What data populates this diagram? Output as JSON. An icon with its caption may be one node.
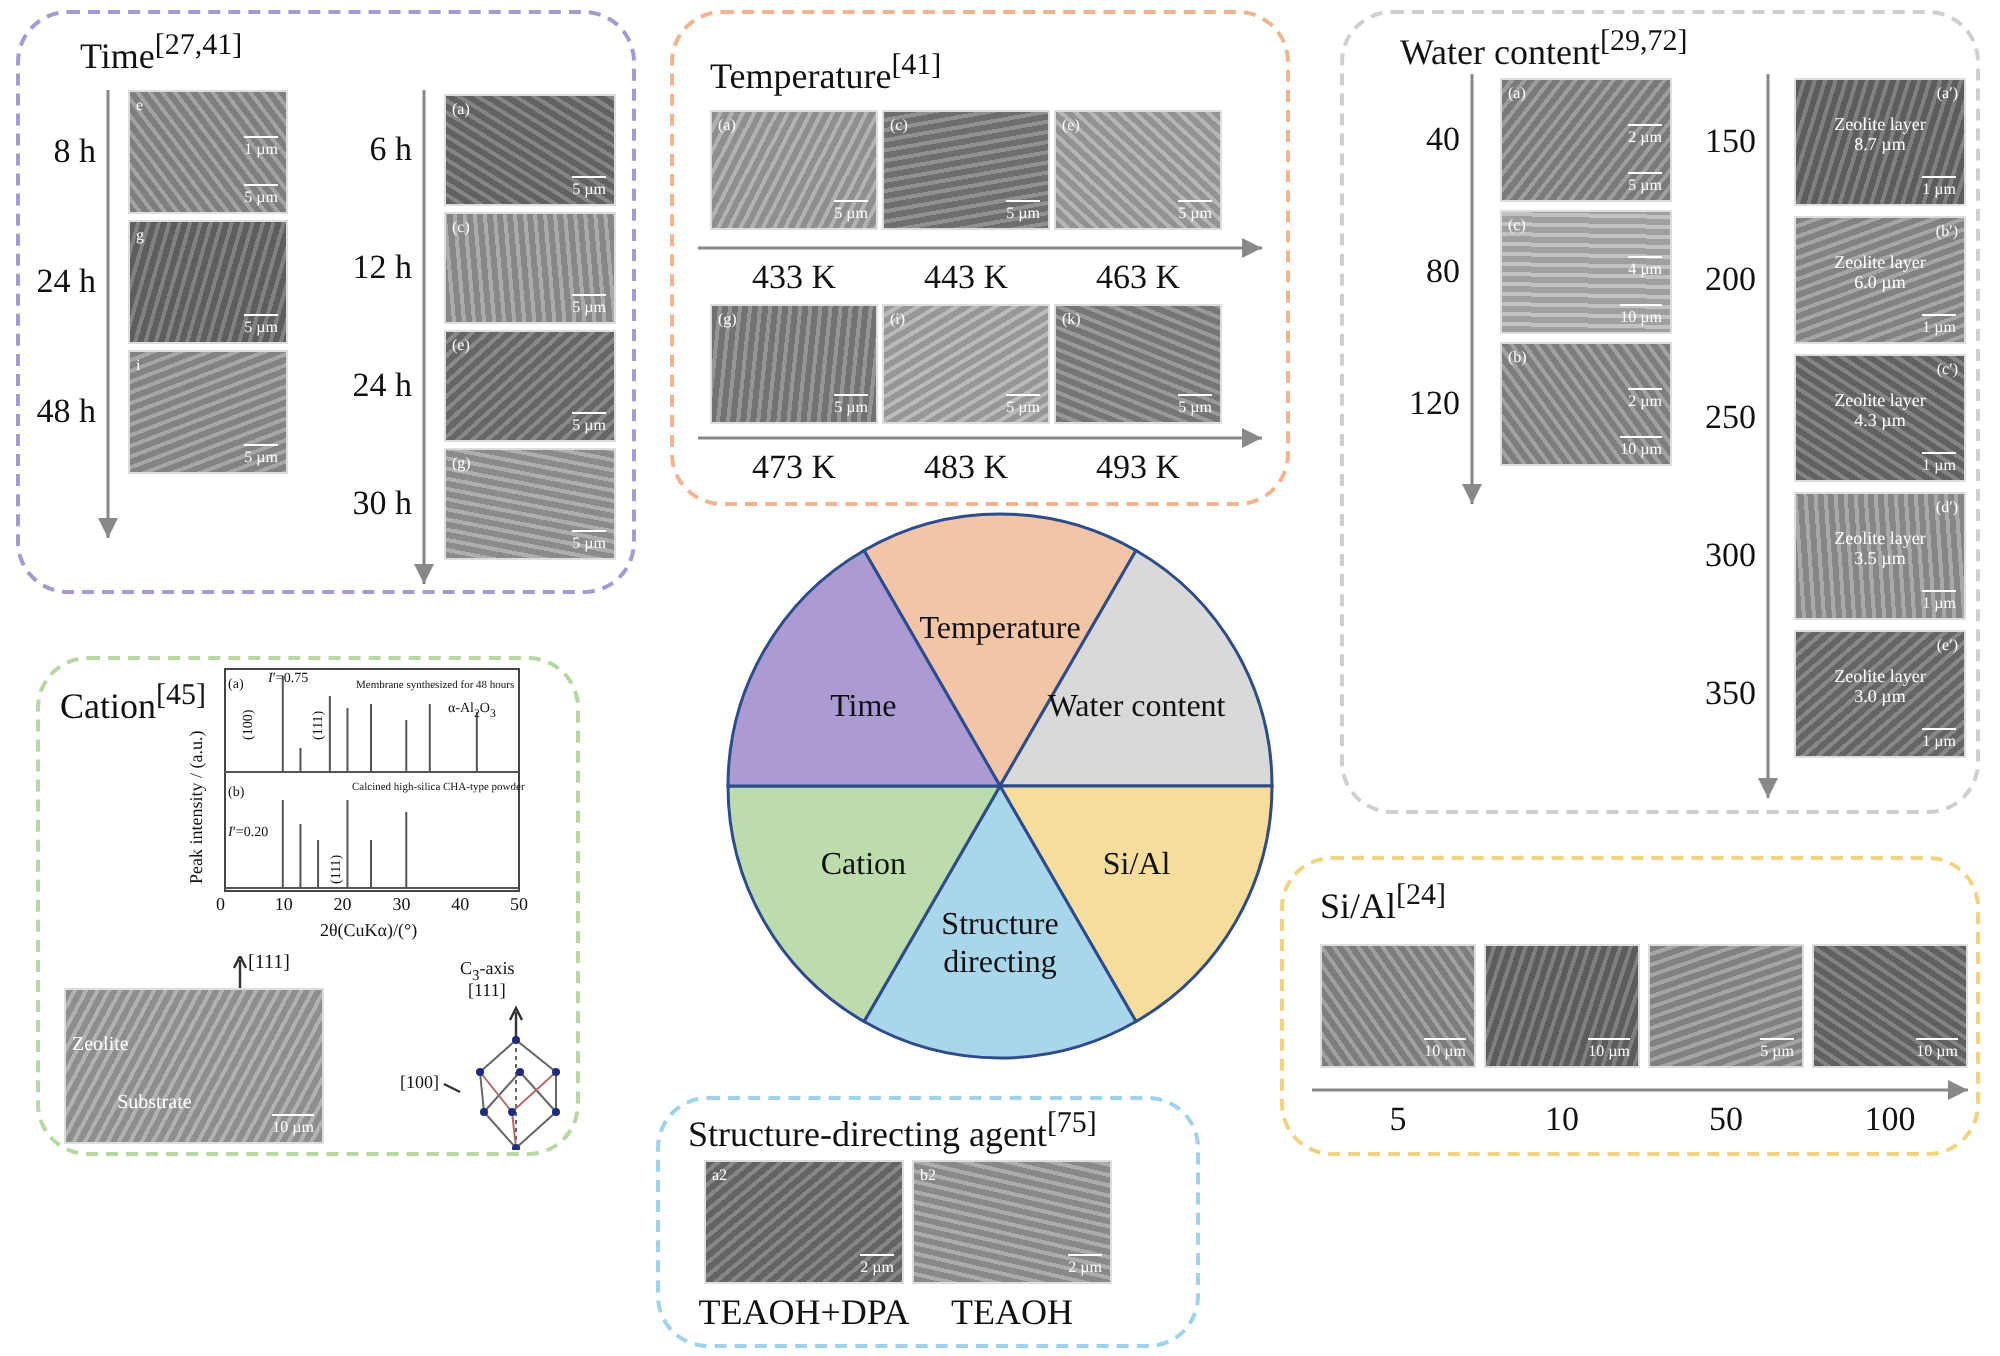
{
  "diagram": {
    "nodes": [
      {
        "text": [
          "Time$^{[27,41]}$"
        ]
      },
      {
        "text": [
          "e",
          "1 µm",
          "5 µm"
        ],
        "in": 0,
        "beside": [
          "8 h"
        ]
      },
      {
        "text": [
          "g",
          "5 µm"
        ],
        "in": 0,
        "beside": [
          "24 h"
        ]
      },
      {
        "text": [
          "i",
          "5 µm"
        ],
        "in": 0,
        "beside": [
          "48 h"
        ]
      },
      {
        "text": [
          "(a)",
          "5 µm"
        ],
        "in": 0,
        "beside": [
          "6 h"
        ]
      },
      {
        "text": [
          "(c)",
          "5 µm"
        ],
        "in": 0,
        "beside": [
          "12 h"
        ]
      },
      {
        "text": [
          "(e)",
          "5 µm"
        ],
        "in": 0,
        "beside": [
          "24 h"
        ]
      },
      {
        "text": [
          "(g)",
          "5 µm"
        ],
        "in": 0,
        "beside": [
          "30 h"
        ]
      },
      {
        "text": [
          "Temperature$^{[41]}$"
        ]
      },
      {
        "text": [
          "(a)",
          "5 µm"
        ],
        "in": 8,
        "beside": [
          "433 K"
        ]
      },
      {
        "text": [
          "(c)",
          "5 µm"
        ],
        "in": 8,
        "beside": [
          "443 K"
        ]
      },
      {
        "text": [
          "(e)",
          "5 µm"
        ],
        "in": 8,
        "beside": [
          "463 K"
        ]
      },
      {
        "text": [
          "(g)",
          "5 µm"
        ],
        "in": 8,
        "beside": [
          "473 K"
        ]
      },
      {
        "text": [
          "(i)",
          "5 µm"
        ],
        "in": 8,
        "beside": [
          "483 K"
        ]
      },
      {
        "text": [
          "(k)",
          "5 µm"
        ],
        "in": 8,
        "beside": [
          "493 K"
        ]
      },
      {
        "text": [
          "Water content$^{[29,72]}$"
        ]
      },
      {
        "text": [
          "(a)",
          "2 µm",
          "5 µm"
        ],
        "in": 15,
        "beside": [
          "40"
        ]
      },
      {
        "text": [
          "(c)",
          "4 µm",
          "10 µm"
        ],
        "in": 15,
        "beside": [
          "80"
        ]
      },
      {
        "text": [
          "(b)",
          "2 µm",
          "10 µm"
        ],
        "in": 15,
        "beside": [
          "120"
        ]
      },
      {
        "text": [
          "(a′)",
          "Zeolite layer 8.7 µm",
          "1 µm"
        ],
        "in": 15,
        "beside": [
          "150"
        ]
      },
      {
        "text": [
          "(b′)",
          "Zeolite layer 6.0 µm",
          "1 µm"
        ],
        "in": 15,
        "beside": [
          "200"
        ]
      },
      {
        "text": [
          "(c′)",
          "Zeolite layer 4.3 µm",
          "1 µm"
        ],
        "in": 15,
        "beside": [
          "250"
        ]
      },
      {
        "text": [
          "(d′)",
          "Zeolite layer 3.5 µm",
          "1 µm"
        ],
        "in": 15,
        "beside": [
          "300"
        ]
      },
      {
        "text": [
          "(e′)",
          "Zeolite layer 3.0 µm",
          "1 µm"
        ],
        "in": 15,
        "beside": [
          "350"
        ]
      },
      {
        "text": [
          "Cation$^{[45]}$"
        ]
      },
      {
        "text": [
          "(a)",
          "*I*′=0.75",
          "(100)",
          "(111)",
          "Membrane synthesized for 48 hours",
          "α-Al$_{2}$O$_{3}$",
          "(b)",
          "Calcined high-silica CHA-type powder",
          "*I*′=0.20",
          "(111)",
          "Peak intensity / (a.u.)",
          "0",
          "10",
          "20",
          "30",
          "40",
          "50",
          "2θ(CuKα)/(°)"
        ],
        "in": 24
      },
      {
        "text": [
          "Zeolite",
          "Substrate",
          "10 µm"
        ],
        "in": 24,
        "beside": [
          "[111]"
        ]
      },
      {
        "text": [
          "C$_{3}$-axis",
          "[111]",
          "[100]"
        ],
        "in": 24
      },
      {
        "text": [
          "Temperature"
        ]
      },
      {
        "text": [
          "Water content"
        ]
      },
      {
        "text": [
          "Si/Al"
        ]
      },
      {
        "text": [
          "Structure directing"
        ]
      },
      {
        "text": [
          "Cation"
        ]
      },
      {
        "text": [
          "Time"
        ]
      },
      {
        "text": [
          "Si/Al$^{[24]}$"
        ]
      },
      {
        "text": [
          "10 µm"
        ],
        "in": 34,
        "beside": [
          "5"
        ]
      },
      {
        "text": [
          "10 µm"
        ],
        "in": 34,
        "beside": [
          "10"
        ]
      },
      {
        "text": [
          "5 µm"
        ],
        "in": 34,
        "beside": [
          "50"
        ]
      },
      {
        "text": [
          "10 µm"
        ],
        "in": 34,
        "beside": [
          "100"
        ]
      },
      {
        "text": [
          "Structure-directing agent$^{[75]}$"
        ]
      },
      {
        "text": [
          "a2",
          "2 µm"
        ],
        "in": 39,
        "beside": [
          "TEAOH+DPA"
        ]
      },
      {
        "text": [
          "b2",
          "2 µm"
        ],
        "in": 39,
        "beside": [
          "TEAOH"
        ]
      }
    ]
  }
}
